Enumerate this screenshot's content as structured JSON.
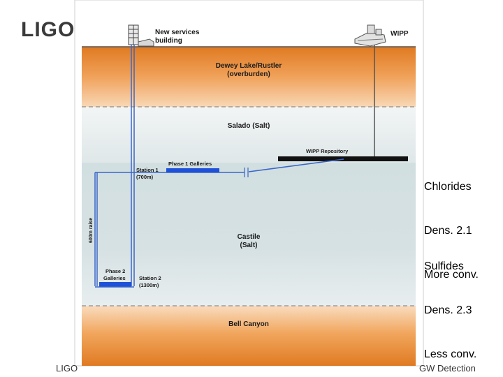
{
  "logo": "LIGO",
  "footer": {
    "left": "LIGO",
    "right": "GW Detection"
  },
  "notes": [
    {
      "lines": [
        "Chlorides",
        "Dens. 2.1",
        "More conv."
      ]
    },
    {
      "lines": [
        "Sulfides",
        "Dens. 2.3",
        "Less conv."
      ]
    }
  ],
  "diagram": {
    "surface": {
      "new_services_line1": "New services",
      "new_services_line2": "building",
      "wipp": "WIPP"
    },
    "layers": {
      "overburden_line1": "Dewey Lake/Rustler",
      "overburden_line2": "(overburden)",
      "salado": "Salado (Salt)",
      "castile_line1": "Castile",
      "castile_line2": "(Salt)",
      "bell_canyon": "Bell Canyon"
    },
    "labels": {
      "wipp_repository": "WIPP Repository",
      "phase1": "Phase 1 Galleries",
      "station1_line1": "Station 1",
      "station1_line2": "(700m)",
      "raise": "600m raise",
      "phase2_line1": "Phase 2",
      "phase2_line2": "Galleries",
      "station2_line1": "Station 2",
      "station2_line2": "(1300m)"
    }
  }
}
